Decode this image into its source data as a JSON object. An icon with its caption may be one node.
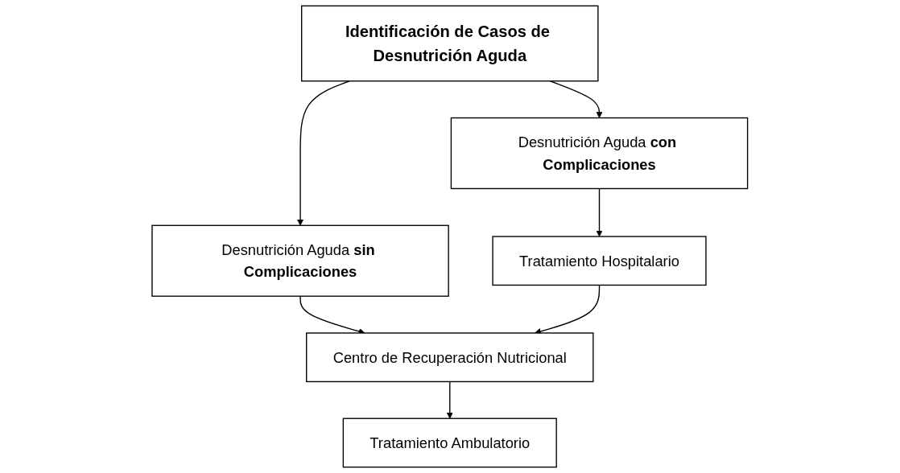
{
  "diagram": {
    "nodes": [
      {
        "text": [
          "Identificación de Casos de Desnutrición Aguda"
        ]
      },
      {
        "text": [
          "Desnutrición Aguda **con Complicaciones**"
        ]
      },
      {
        "text": [
          "Desnutrición Aguda **sin Complicaciones**"
        ]
      },
      {
        "text": [
          "Tratamiento Hospitalario"
        ]
      },
      {
        "text": [
          "Centro de Recuperación Nutricional"
        ]
      },
      {
        "text": [
          "Tratamiento Ambulatorio"
        ]
      }
    ],
    "edges": [
      {
        "from": 0,
        "to": 1,
        "arrow": "to"
      },
      {
        "from": 0,
        "to": 2,
        "arrow": "to"
      },
      {
        "from": 1,
        "to": 3,
        "arrow": "to"
      },
      {
        "from": 2,
        "to": 4,
        "arrow": "to"
      },
      {
        "from": 3,
        "to": 4,
        "arrow": "to"
      },
      {
        "from": 4,
        "to": 5,
        "arrow": "to"
      }
    ]
  }
}
